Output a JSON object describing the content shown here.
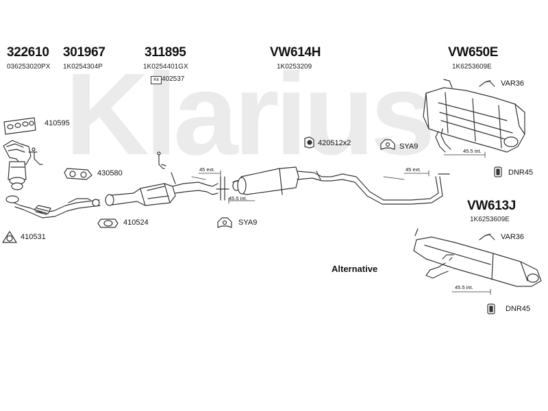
{
  "watermark": {
    "text": "Klarius"
  },
  "headers": [
    {
      "id": "322610",
      "number": "322610",
      "oe": "036253020PX"
    },
    {
      "id": "301967",
      "number": "301967",
      "oe": "1K0254304P"
    },
    {
      "id": "311895",
      "number": "311895",
      "oe": "1K0254401GX"
    },
    {
      "id": "VW614H",
      "number": "VW614H",
      "oe": "1K0253209"
    },
    {
      "id": "VW650E",
      "number": "VW650E",
      "oe": "1K6253609E"
    },
    {
      "id": "VW613J",
      "number": "VW613J",
      "oe": "1K6253609E"
    }
  ],
  "kit": {
    "badge": "Kit",
    "number": "402537"
  },
  "parts": {
    "p410595": "410595",
    "p430580": "430580",
    "p410524": "410524",
    "p410531": "410531",
    "p420512": "420512x2",
    "sya9_top": "SYA9",
    "sya9_bottom": "SYA9",
    "var36_top": "VAR36",
    "dnr45_top": "DNR45",
    "var36_bottom": "VAR36",
    "dnr45_bottom": "DNR45"
  },
  "dimensions": {
    "ext_45_mid": "45 ext.",
    "int_455_mid": "45.5 int.",
    "ext_45_right": "45 ext.",
    "int_455_top": "45.5 int.",
    "int_455_bottom": "45.5 int."
  },
  "alternative": "Alternative"
}
